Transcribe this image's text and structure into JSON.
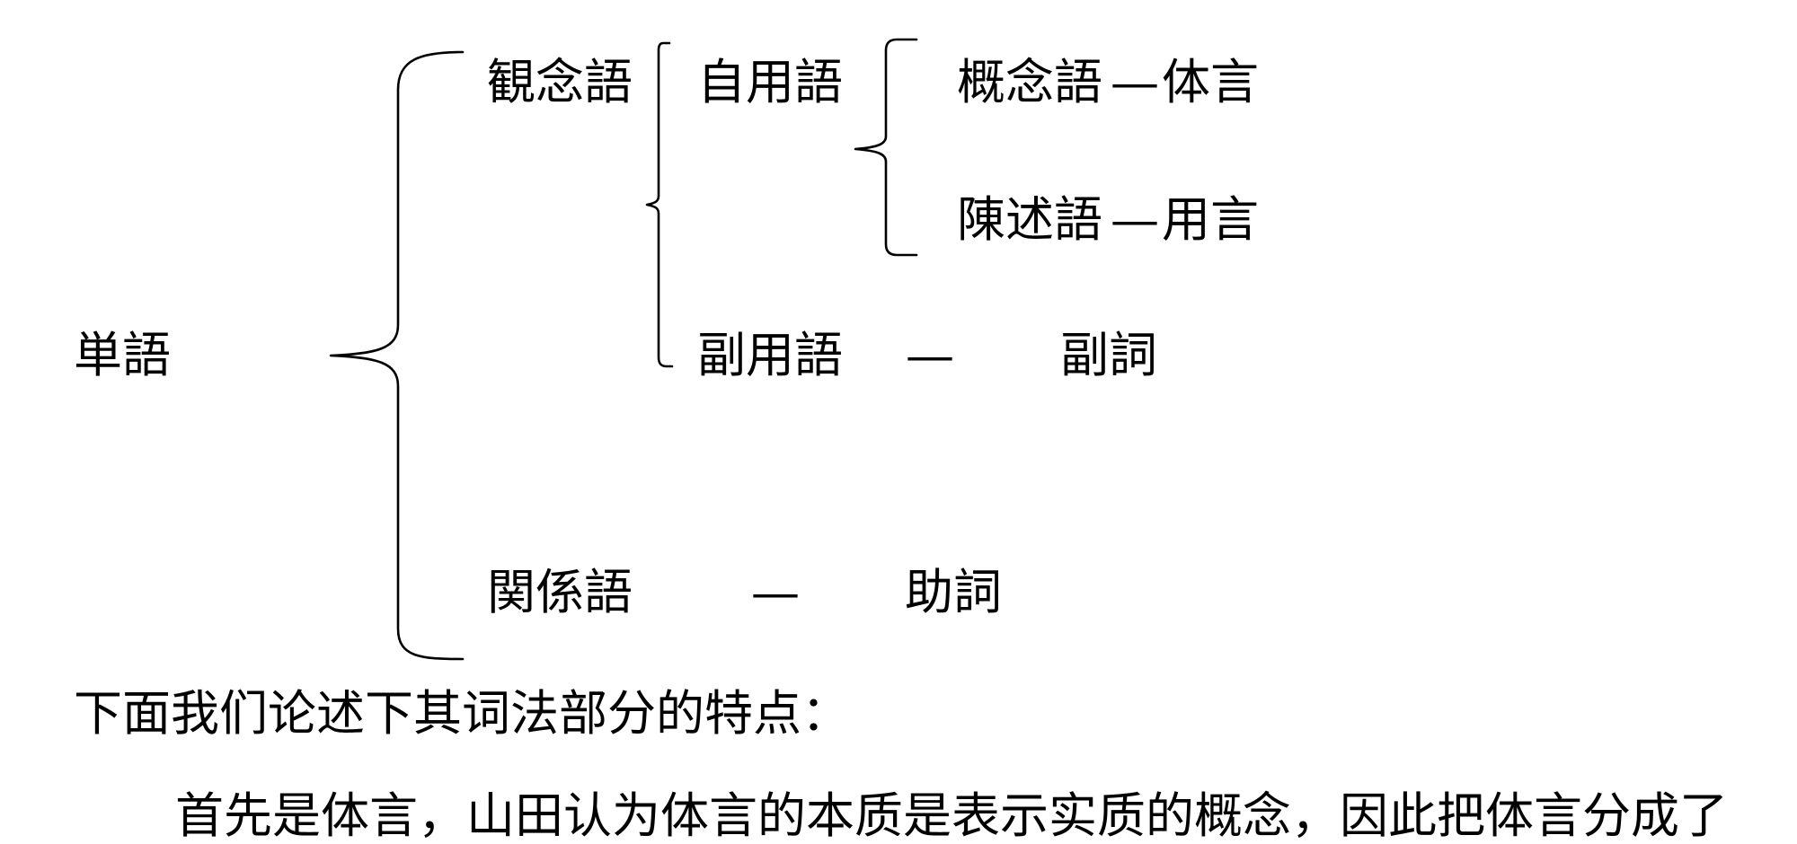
{
  "diagram": {
    "root": "単語",
    "notional": {
      "label": "観念語",
      "independent": {
        "label": "自用語",
        "concept": {
          "label": "概念語",
          "dash": "—",
          "result": "体言"
        },
        "predicate": {
          "label": "陳述語",
          "dash": "—",
          "result": "用言"
        }
      },
      "auxiliary_use": {
        "label": "副用語",
        "dash": "—",
        "result": "副詞"
      }
    },
    "relational": {
      "label": "関係語",
      "dash": "—",
      "result": "助詞"
    }
  },
  "body": {
    "line1": "下面我们论述下其词法部分的特点：",
    "line2": "首先是体言，山田认为体言的本质是表示实质的概念，因此把体言分成了"
  }
}
